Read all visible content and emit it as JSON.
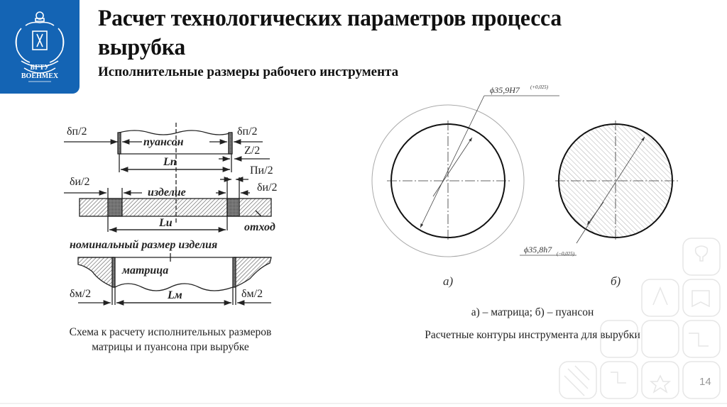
{
  "logo": {
    "text_line1": "БГТУ",
    "text_line2": "ВОЕНМЕХ",
    "background": "#1464b4"
  },
  "header": {
    "title": "Расчет технологических параметров процесса выpубка",
    "title_line1": "Расчет технологических параметров процесса",
    "title_line2": "выpубка",
    "subtitle": "Исполнительные размеры рабочего инструмента"
  },
  "left_figure": {
    "labels": {
      "punch": "пуансон",
      "part": "изделие",
      "waste": "отход",
      "nominal": "номинальный размер изделия",
      "die": "матрица",
      "dp_left": "δп/2",
      "dp_right": "δп/2",
      "z": "Z/2",
      "pi": "Пи/2",
      "di_left": "δи/2",
      "di_right": "δи/2",
      "dm_left": "δм/2",
      "dm_right": "δм/2",
      "Lp": "Lп",
      "Li": "Lи",
      "Lm": "Lм"
    },
    "caption_line1": "Схема к расчету исполнительных размеров",
    "caption_line2": "матрицы и пуансона при вырубке"
  },
  "right_figure": {
    "die_dimension": "ϕ35,9H7",
    "die_tolerance": "(+0,025)",
    "punch_dimension": "ϕ35,8h7",
    "punch_tolerance": "(−0,025)",
    "label_a": "а)",
    "label_b": "б)",
    "legend": "а) – матрица; б) – пуансон",
    "caption": "Расчетные контуры инструмента для вырубки"
  },
  "footer": {
    "page_number": "14"
  }
}
